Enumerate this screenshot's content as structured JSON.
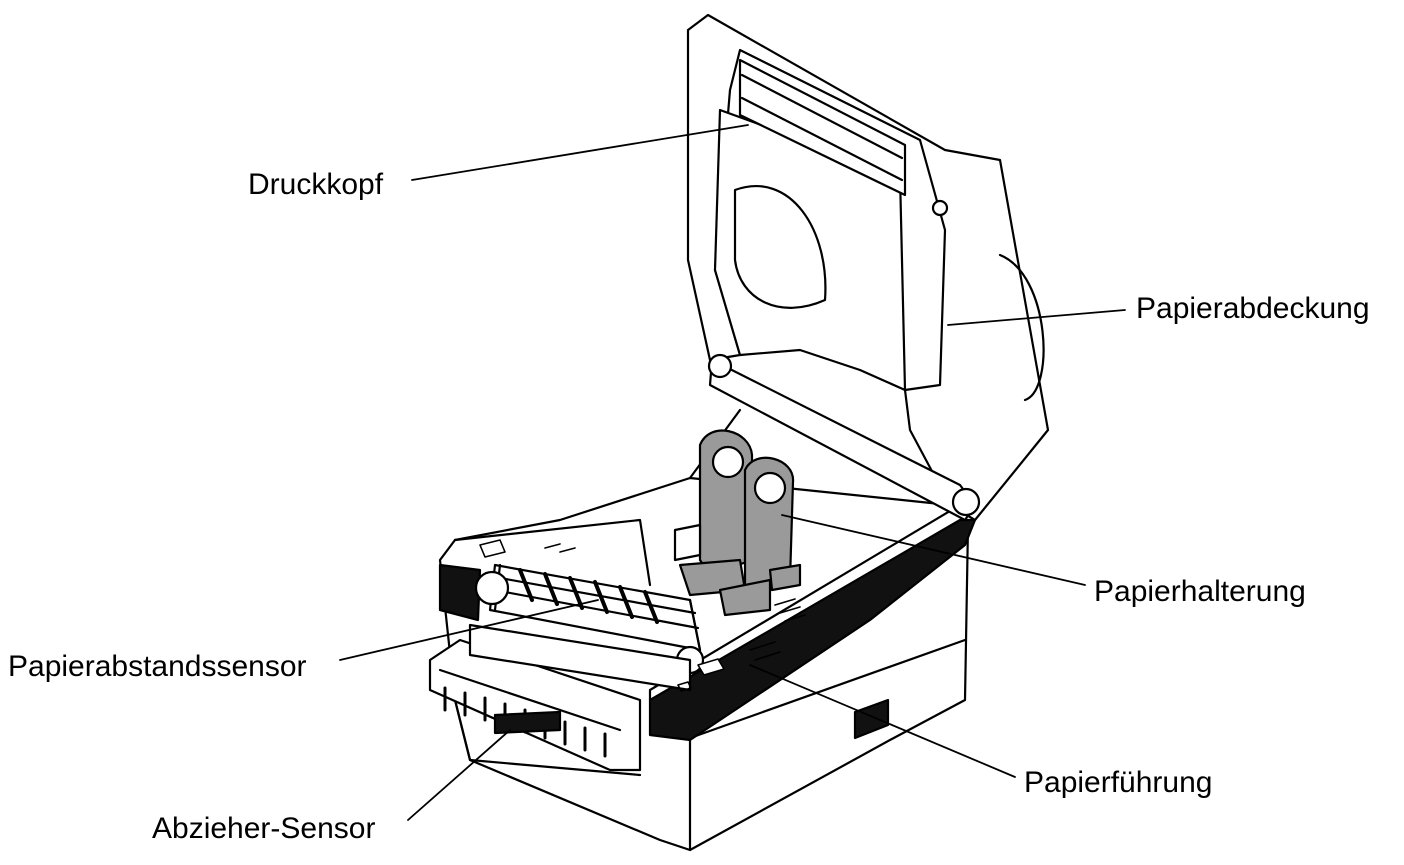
{
  "labels": {
    "druckkopf": "Druckkopf",
    "papierabdeckung": "Papierabdeckung",
    "papierhalterung": "Papierhalterung",
    "papierabstandssensor": "Papierabstandssensor",
    "papierfuehrung": "Papierführung",
    "abzieher_sensor": "Abzieher-Sensor"
  },
  "colors": {
    "line": "#000000",
    "background": "#ffffff",
    "highlight_gray": "#9a9a9a",
    "dark_band": "#111111"
  }
}
